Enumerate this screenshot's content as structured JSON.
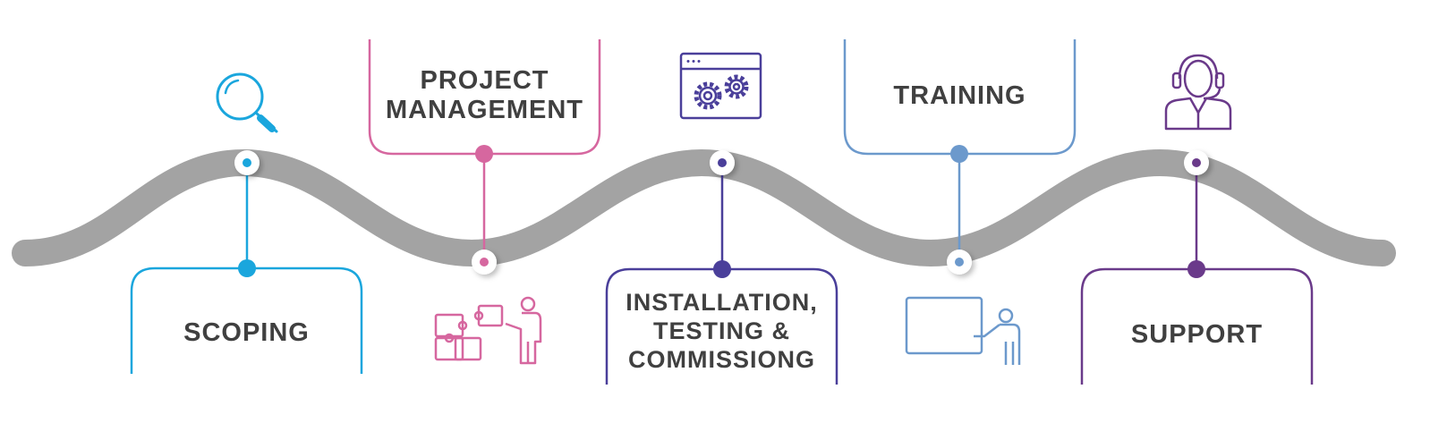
{
  "colors": {
    "road": "#a3a3a3",
    "text": "#404040",
    "scoping": "#1aa6dd",
    "project_management": "#d6679f",
    "installation": "#4a3f9a",
    "training": "#6c99cc",
    "support": "#6a3a8a"
  },
  "steps": [
    {
      "label": "SCOPING",
      "icon": "magnifier-icon"
    },
    {
      "label": "PROJECT\nMANAGEMENT",
      "icon": "puzzle-presenter-icon"
    },
    {
      "label": "INSTALLATION,\nTESTING &\nCOMMISSIONG",
      "icon": "browser-gears-icon"
    },
    {
      "label": "TRAINING",
      "icon": "whiteboard-presenter-icon"
    },
    {
      "label": "SUPPORT",
      "icon": "headset-agent-icon"
    }
  ]
}
